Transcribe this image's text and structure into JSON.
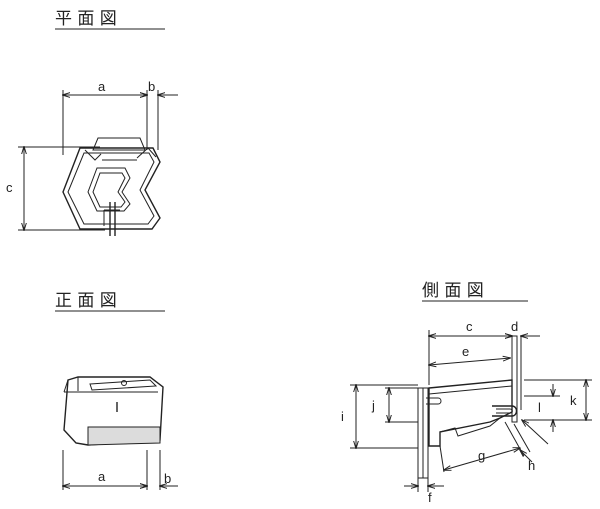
{
  "views": {
    "plan": {
      "title": "平 面 図",
      "dims": {
        "a": "a",
        "b": "b",
        "c": "c"
      }
    },
    "front": {
      "title": "正 面 図",
      "dims": {
        "a": "a",
        "b": "b"
      }
    },
    "side": {
      "title": "側 面 図",
      "dims": {
        "c": "c",
        "d": "d",
        "e": "e",
        "f": "f",
        "g": "g",
        "h": "h",
        "i": "i",
        "j": "j",
        "k": "k",
        "l": "l"
      }
    }
  },
  "colors": {
    "line": "#222222",
    "background": "#ffffff",
    "shade": "#dcdcdc"
  }
}
